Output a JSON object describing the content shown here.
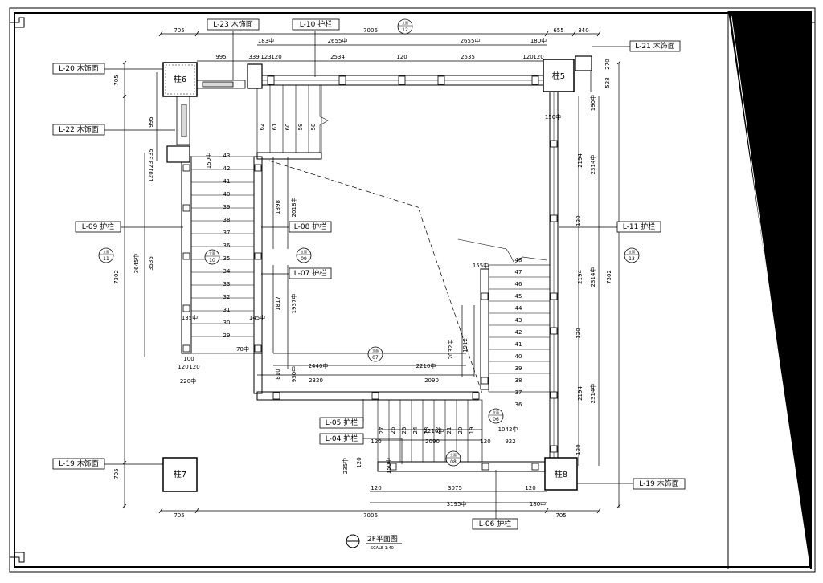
{
  "drawing": {
    "title": "2F平面图",
    "scale": "SCALE 1:40"
  },
  "columns": [
    {
      "id": "c6",
      "label": "柱6"
    },
    {
      "id": "c5",
      "label": "柱5"
    },
    {
      "id": "c7",
      "label": "柱7"
    },
    {
      "id": "c8",
      "label": "柱8"
    }
  ],
  "callouts": [
    {
      "id": "l23",
      "label": "L-23  木饰面"
    },
    {
      "id": "l10",
      "label": "L-10  护栏"
    },
    {
      "id": "l21",
      "label": "L-21  木饰面"
    },
    {
      "id": "l20",
      "label": "L-20  木饰面"
    },
    {
      "id": "l22",
      "label": "L-22  木饰面"
    },
    {
      "id": "l09",
      "label": "L-09  护栏"
    },
    {
      "id": "l08",
      "label": "L-08  护栏"
    },
    {
      "id": "l07",
      "label": "L-07  护栏"
    },
    {
      "id": "l11",
      "label": "L-11  护栏"
    },
    {
      "id": "l05",
      "label": "L-05  护栏"
    },
    {
      "id": "l04",
      "label": "L-04  护栏"
    },
    {
      "id": "l19a",
      "label": "L-19  木饰面"
    },
    {
      "id": "l19b",
      "label": "L-19  木饰面"
    },
    {
      "id": "l06",
      "label": "L-06  护栏"
    }
  ],
  "section_marks": [
    {
      "id": "s12",
      "num": "12",
      "sheet": "立面"
    },
    {
      "id": "s11",
      "num": "11",
      "sheet": "立面"
    },
    {
      "id": "s10",
      "num": "10",
      "sheet": "立面"
    },
    {
      "id": "s09",
      "num": "09",
      "sheet": "立面"
    },
    {
      "id": "s13",
      "num": "13",
      "sheet": "立面"
    },
    {
      "id": "s07",
      "num": "07",
      "sheet": "立面"
    },
    {
      "id": "s06",
      "num": "06",
      "sheet": "立面"
    },
    {
      "id": "s08",
      "num": "08",
      "sheet": "立面"
    }
  ],
  "dimensions": {
    "top_outer": [
      "705",
      "7006",
      "655",
      "340"
    ],
    "top_inner": [
      "183中",
      "2655中",
      "2655中",
      "180中"
    ],
    "top_row3": [
      "995",
      "339",
      "123",
      "120",
      "2534",
      "120",
      "2535",
      "120",
      "120"
    ],
    "bottom": [
      "705",
      "7006",
      "705"
    ],
    "bottom_inner": [
      "120",
      "3075",
      "120",
      "3195中",
      "180中"
    ],
    "left_total": "7302",
    "right_total": "7302",
    "left_segments": [
      "705",
      "705"
    ],
    "right_segments": [
      "270",
      "528",
      "190中"
    ],
    "left_stair": [
      "3645中",
      "3535",
      "995",
      "335",
      "123",
      "120",
      "150中",
      "135中",
      "100",
      "120",
      "120",
      "220中"
    ],
    "mid": [
      "1898",
      "2018中",
      "1817",
      "1937中",
      "145中",
      "70中",
      "810",
      "930中",
      "2440中",
      "2210中",
      "2320",
      "2090",
      "2032中",
      "1912",
      "155中"
    ],
    "right_column": [
      "2194",
      "2314中",
      "2194",
      "2314中",
      "2194",
      "2314中",
      "150中",
      "120"
    ],
    "lower": [
      "2210中",
      "2090",
      "120",
      "922",
      "1042中",
      "235中",
      "120",
      "150中",
      "120"
    ],
    "steps_left": [
      "43",
      "42",
      "41",
      "40",
      "39",
      "38",
      "37",
      "36",
      "35",
      "34",
      "33",
      "32",
      "31",
      "30",
      "29"
    ],
    "steps_top": [
      "62",
      "61",
      "60",
      "59",
      "58"
    ],
    "steps_right": [
      "48",
      "47",
      "46",
      "45",
      "44",
      "43",
      "42",
      "41",
      "40",
      "39",
      "38",
      "37",
      "36"
    ],
    "steps_bottom": [
      "27",
      "26",
      "25",
      "24",
      "23",
      "22",
      "21",
      "20",
      "19"
    ]
  }
}
